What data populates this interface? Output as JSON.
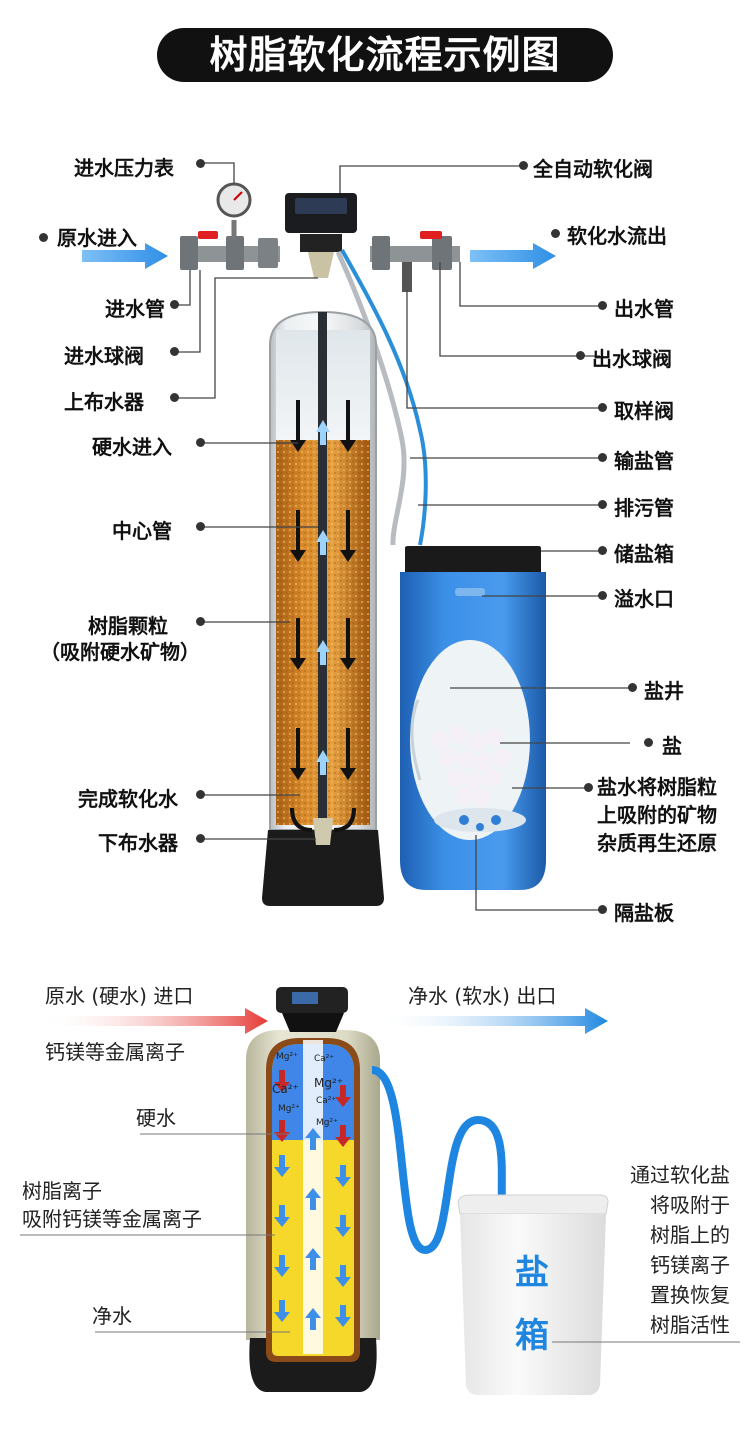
{
  "title": "树脂软化流程示例图",
  "top_diagram": {
    "left_labels": {
      "inlet_pressure_gauge": "进水压力表",
      "raw_water_in": "原水进入",
      "inlet_pipe": "进水管",
      "inlet_ball_valve": "进水球阀",
      "upper_distributor": "上布水器",
      "hard_water_in": "硬水进入",
      "center_pipe": "中心管",
      "resin_particles": "树脂颗粒",
      "resin_particles_note": "（吸附硬水矿物）",
      "softened_water": "完成软化水",
      "lower_distributor": "下布水器"
    },
    "right_labels": {
      "auto_softening_valve": "全自动软化阀",
      "softened_water_out": "软化水流出",
      "outlet_pipe": "出水管",
      "outlet_ball_valve": "出水球阀",
      "sampling_valve": "取样阀",
      "brine_pipe": "输盐管",
      "drain_pipe": "排污管",
      "brine_tank": "储盐箱",
      "overflow": "溢水口",
      "salt_well": "盐井",
      "salt": "盐",
      "regeneration_note": "盐水将树脂粒上吸附的矿物杂质再生还原",
      "salt_plate": "隔盐板"
    }
  },
  "bottom_diagram": {
    "inlet_label": "原水 (硬水) 进口",
    "outlet_label": "净水 (软水) 出口",
    "ions_label": "钙镁等金属离子",
    "hard_water_label": "硬水",
    "resin_ions_line1": "树脂离子",
    "resin_ions_line2": "吸附钙镁等金属离子",
    "clean_water_label": "净水",
    "right_note": [
      "通过软化盐",
      "将吸附于",
      "树脂上的",
      "钙镁离子",
      "置换恢复",
      "树脂活性"
    ],
    "salt_box_char1": "盐",
    "salt_box_char2": "箱",
    "ion_mg": "Mg²⁺",
    "ion_ca": "Ca²⁺"
  },
  "colors": {
    "title_bg": "#111111",
    "tank_body": "#d2d6d8",
    "resin": "#c8791f",
    "brine_tank": "#2f7fd6",
    "flow_arrow": "#3d8fe8",
    "red_arrow": "#e53935",
    "yellow_resin": "#f6dc2a"
  }
}
